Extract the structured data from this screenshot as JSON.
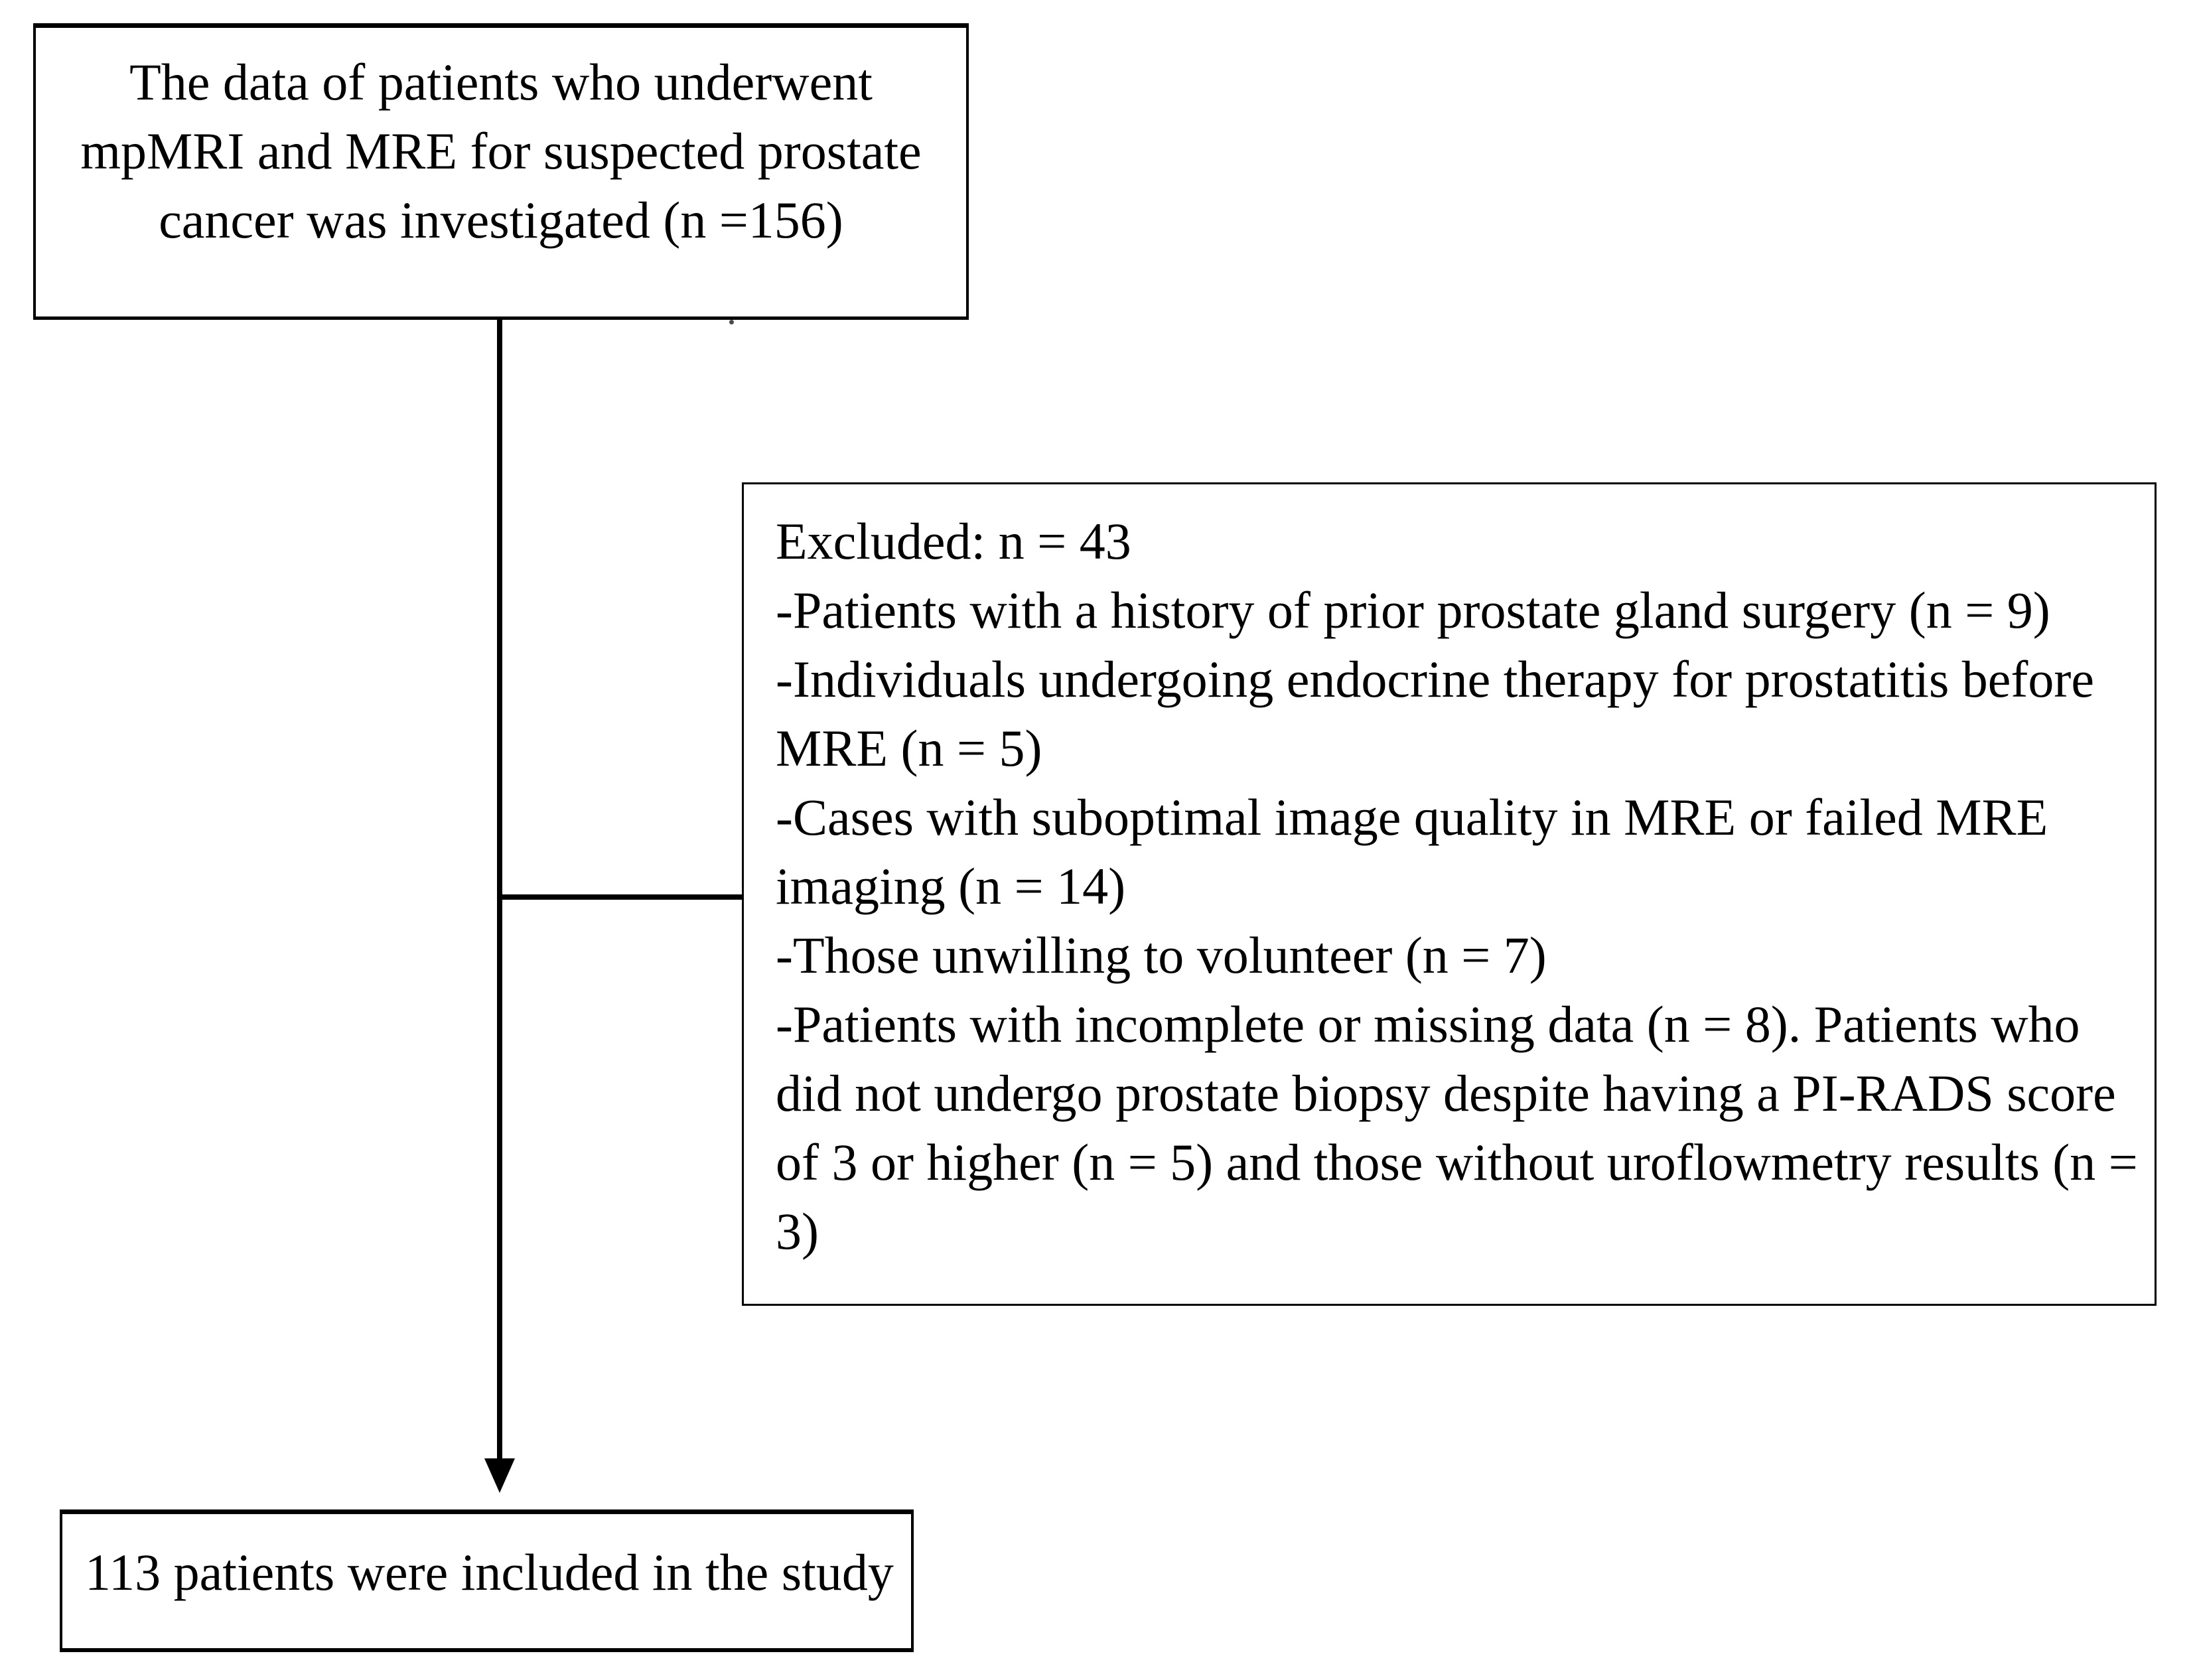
{
  "figure": {
    "kind": "patient-flow-diagram",
    "colors": {
      "ink": "#000000",
      "background": "#ffffff"
    }
  },
  "boxes": {
    "investigated": {
      "text": "The data of patients who underwent mpMRI and MRE for suspected prostate cancer was investigated (n =156)"
    },
    "excluded": {
      "title": "Excluded: n = 43",
      "items": [
        "-Patients with a history of prior prostate gland surgery (n = 9)",
        "-Individuals undergoing endocrine therapy for prostatitis before MRE (n = 5)",
        "-Cases with suboptimal image quality in MRE or failed MRE imaging (n = 14)",
        "-Those unwilling to volunteer (n = 7)",
        "-Patients with incomplete or missing data (n = 8). Patients who did not undergo prostate biopsy despite having a PI-RADS score of 3 or higher (n = 5) and those without uroflowmetry results (n = 3)"
      ]
    },
    "included": {
      "text": "113 patients were included in the study"
    }
  }
}
